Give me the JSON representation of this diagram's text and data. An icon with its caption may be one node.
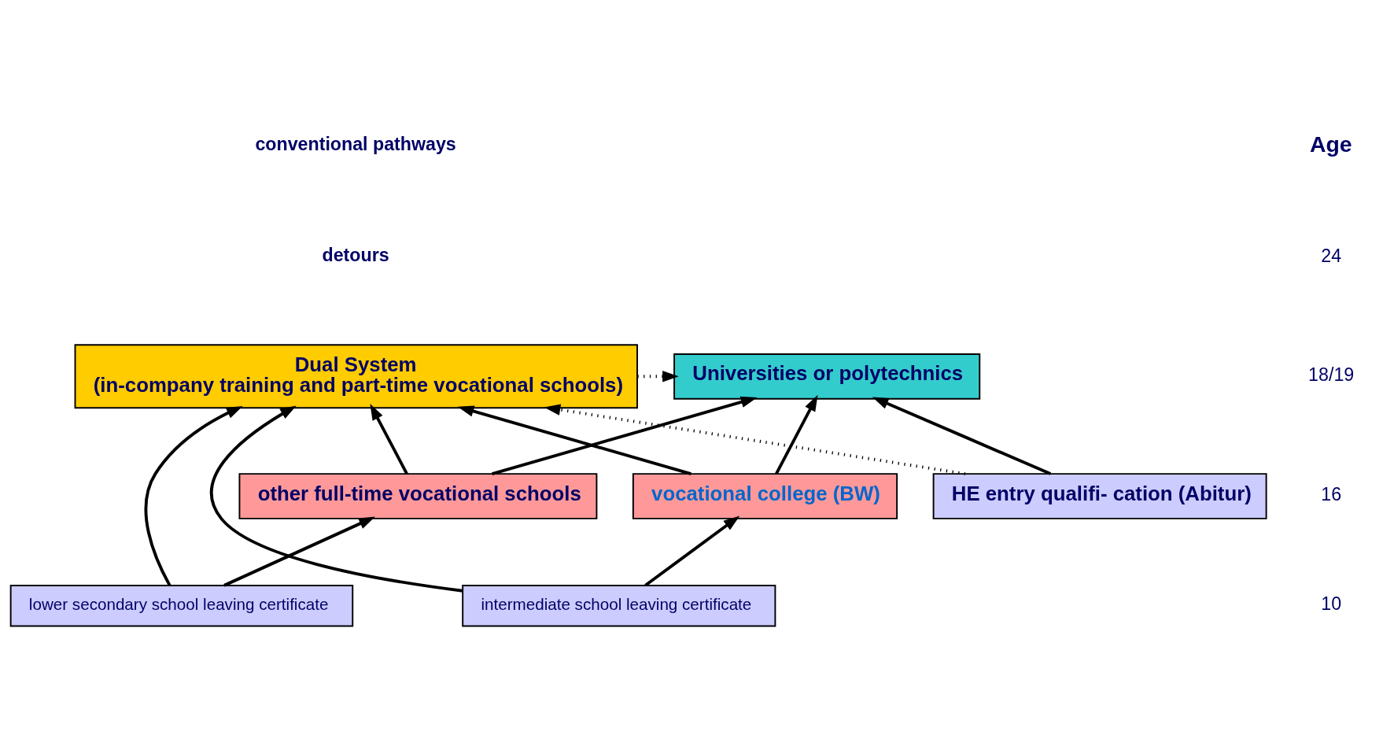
{
  "diagram": {
    "nodes": [
      {
        "text": [
          "Dual System",
          "(in-company training and part-time vocational schools)"
        ]
      },
      {
        "text": [
          "Universities or polytechnics"
        ]
      },
      {
        "text": [
          "other full-time vocational schools"
        ]
      },
      {
        "text": [
          "vocational college (BW)"
        ]
      },
      {
        "text": [
          "HE entry qualifi- cation (Abitur)"
        ]
      },
      {
        "text": [
          "lower secondary school leaving certificate"
        ]
      },
      {
        "text": [
          "intermediate school leaving certificate"
        ]
      }
    ],
    "edges": [
      {
        "from": 0,
        "to": 1,
        "arrow": "to",
        "style": "dashed"
      },
      {
        "from": 4,
        "to": 0,
        "arrow": "to",
        "style": "dashed"
      },
      {
        "from": 2,
        "to": 0,
        "arrow": "to"
      },
      {
        "from": 2,
        "to": 1,
        "arrow": "to"
      },
      {
        "from": 3,
        "to": 0,
        "arrow": "to"
      },
      {
        "from": 3,
        "to": 1,
        "arrow": "to"
      },
      {
        "from": 4,
        "to": 1,
        "arrow": "to"
      },
      {
        "from": 5,
        "to": 2,
        "arrow": "to"
      },
      {
        "from": 5,
        "to": 0,
        "arrow": "to"
      },
      {
        "from": 6,
        "to": 3,
        "arrow": "to"
      },
      {
        "from": 6,
        "to": 0,
        "arrow": "to"
      }
    ],
    "labels": [
      "Age",
      "24",
      "18/19",
      "16",
      "10"
    ],
    "legend": [
      {
        "text": "conventional pathways"
      },
      {
        "text": "detours"
      }
    ]
  }
}
